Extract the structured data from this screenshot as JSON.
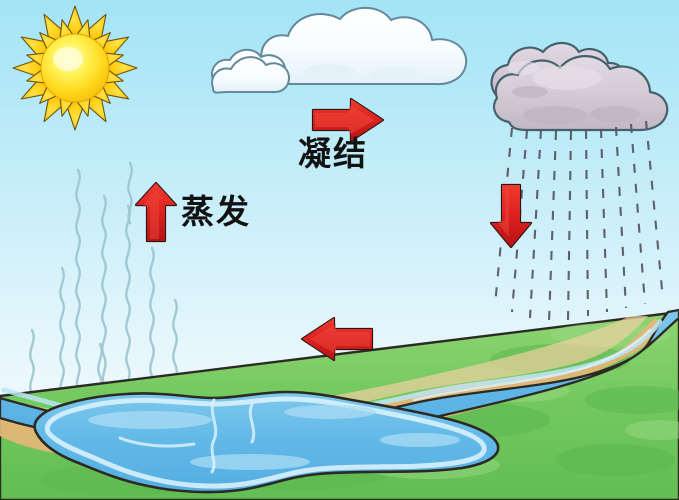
{
  "diagram": {
    "title": "water-cycle-diagram",
    "labels": {
      "condensation": "凝结",
      "evaporation": "蒸发"
    },
    "colors": {
      "sky_top": "#a3e4f6",
      "sky_bottom": "#fcfeff",
      "sun_core": "#fff45c",
      "sun_mid": "#ffd91e",
      "sun_ray": "#f5b50f",
      "cloud_white": "#f4fbff",
      "cloud_white_shadow": "#dfeef7",
      "cloud_outline": "#5d7f8e",
      "rain_cloud": "#cdc4cf",
      "rain_cloud_light": "#ded6de",
      "rain_cloud_outline": "#46616d",
      "rain_dash": "#5a5a68",
      "arrow_red": "#e12727",
      "arrow_red_dark": "#b81414",
      "arrow_outline": "#2a1616",
      "grass": "#76cc63",
      "grass_dark": "#57b94f",
      "grass_light": "#9bd87c",
      "sand": "#e0b071",
      "sand_light": "#eecb96",
      "water": "#63b9e8",
      "water_light": "#a8dbf3",
      "water_highlight": "#d7f0fb",
      "ground_outline": "#2c2a22",
      "vapor": "#9fc9d4",
      "text": "#121212"
    },
    "elements": {
      "sun": "sun-icon",
      "cloud_large": "white-cloud-large",
      "cloud_small": "white-cloud-small",
      "rain_cloud": "rain-cloud",
      "rain": "rain-dashes",
      "vapor": "evaporation-wavy-lines",
      "lake": "lake",
      "river": "river",
      "hill": "hillside",
      "arrow_right": "arrow-right-condensation",
      "arrow_up": "arrow-up-evaporation",
      "arrow_down": "arrow-down-precipitation",
      "arrow_left": "arrow-left-runoff"
    }
  }
}
